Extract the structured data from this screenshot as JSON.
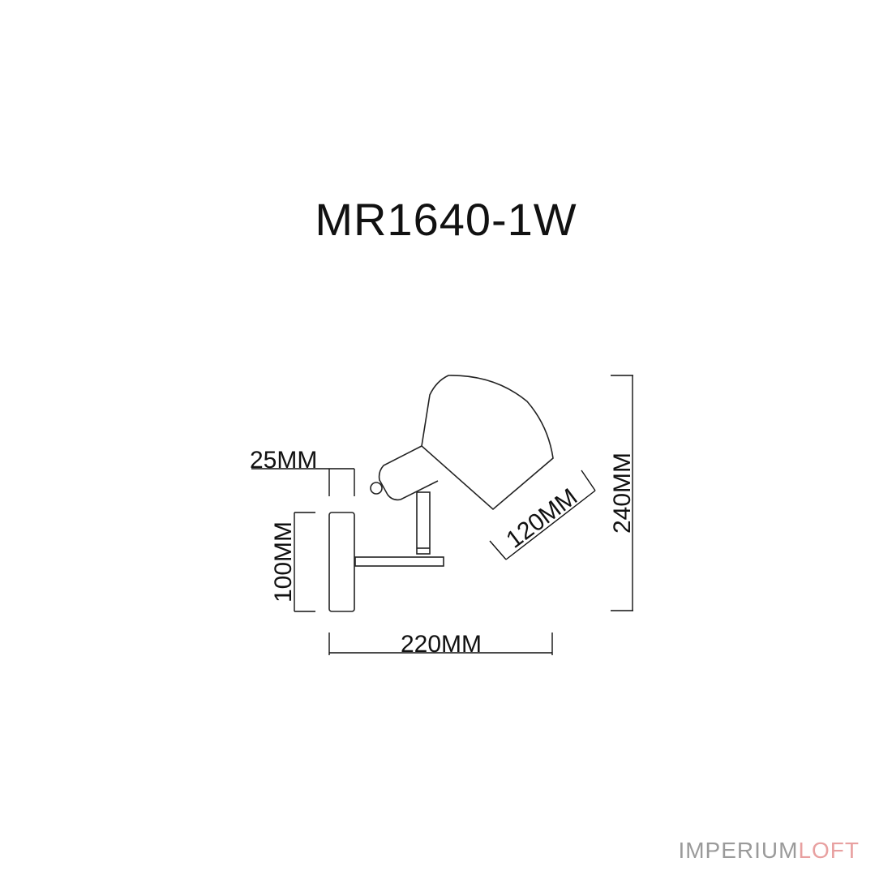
{
  "title": "MR1640-1W",
  "dimensions": {
    "depth": "25MM",
    "base_height": "100MM",
    "width": "220MM",
    "shade_diameter": "120MM",
    "height": "240MM"
  },
  "logo": {
    "part1": "IMPERIUM",
    "part2": "LOFT",
    "color1": "#9a9a9a",
    "color2": "#e8a0a0"
  }
}
